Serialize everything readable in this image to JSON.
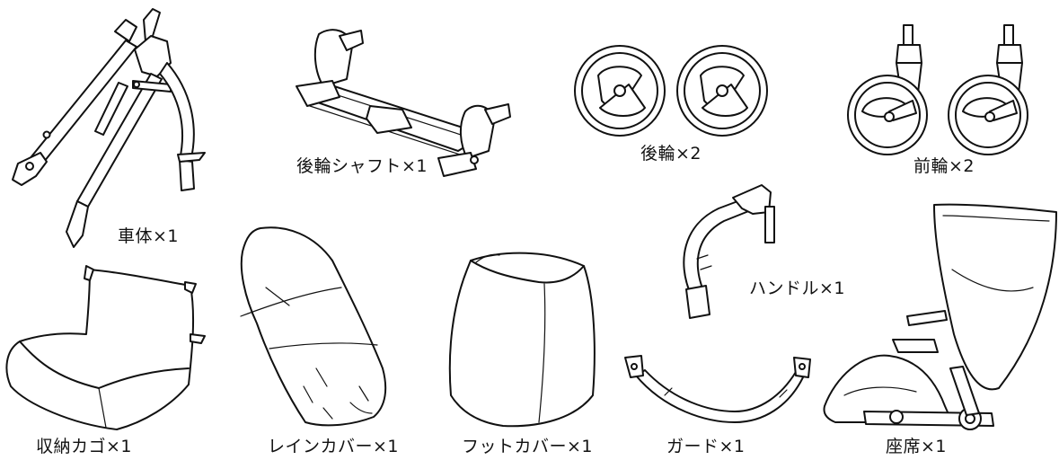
{
  "parts": [
    {
      "id": "body_frame",
      "label": "車体×1",
      "icon": "stroller-frame-icon"
    },
    {
      "id": "rear_axle",
      "label": "後輪シャフト×1",
      "icon": "rear-axle-icon"
    },
    {
      "id": "rear_wheels",
      "label": "後輪×2",
      "icon": "rear-wheel-icon"
    },
    {
      "id": "front_wheels",
      "label": "前輪×2",
      "icon": "front-wheel-icon"
    },
    {
      "id": "handle",
      "label": "ハンドル×1",
      "icon": "handle-icon"
    },
    {
      "id": "storage_basket",
      "label": "収納カゴ×1",
      "icon": "storage-basket-icon"
    },
    {
      "id": "rain_cover",
      "label": "レインカバー×1",
      "icon": "rain-cover-icon"
    },
    {
      "id": "foot_cover",
      "label": "フットカバー×1",
      "icon": "foot-cover-icon"
    },
    {
      "id": "guard",
      "label": "ガード×1",
      "icon": "guard-bar-icon"
    },
    {
      "id": "seat",
      "label": "座席×1",
      "icon": "seat-icon"
    }
  ]
}
